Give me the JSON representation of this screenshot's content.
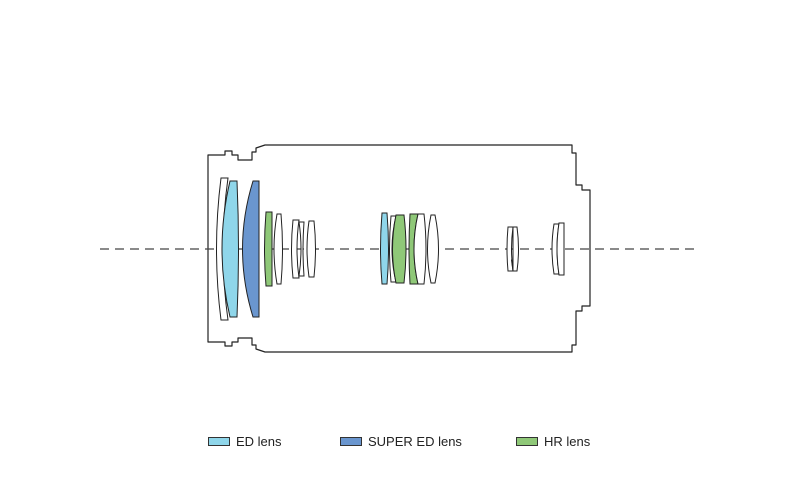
{
  "colors": {
    "ed": "#8fd6ea",
    "super_ed": "#6a96cf",
    "hr": "#8fc878",
    "outline": "#222222",
    "axis": "#444444"
  },
  "legend": [
    {
      "key": "ed",
      "label": "ED lens"
    },
    {
      "key": "super_ed",
      "label": "SUPER ED lens"
    },
    {
      "key": "hr",
      "label": "HR lens"
    }
  ]
}
